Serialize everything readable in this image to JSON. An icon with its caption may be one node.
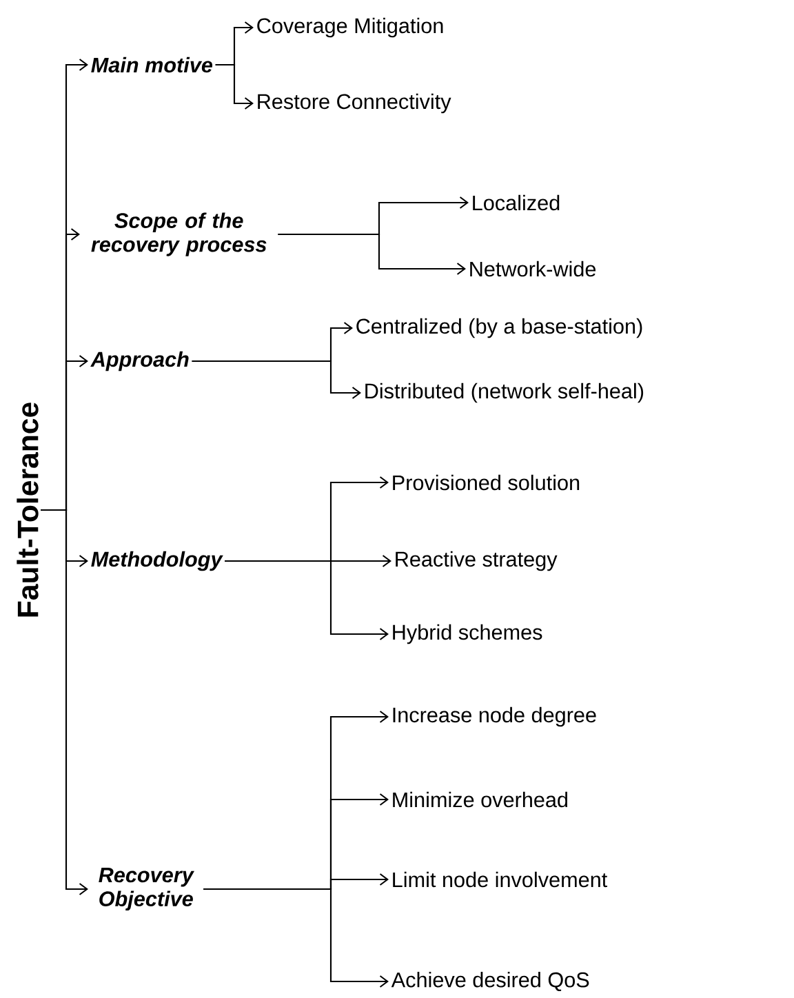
{
  "diagram": {
    "nodes": [
      {
        "text": [
          "Fault-Tolerance"
        ]
      },
      {
        "text": [
          "Main motive"
        ]
      },
      {
        "text": [
          "Coverage Mitigation"
        ]
      },
      {
        "text": [
          "Restore Connectivity"
        ]
      },
      {
        "text": [
          "Scope of the recovery process"
        ]
      },
      {
        "text": [
          "Localized"
        ]
      },
      {
        "text": [
          "Network-wide"
        ]
      },
      {
        "text": [
          "Approach"
        ]
      },
      {
        "text": [
          "Centralized (by a base-station)"
        ]
      },
      {
        "text": [
          "Distributed (network self-heal)"
        ]
      },
      {
        "text": [
          "Methodology"
        ]
      },
      {
        "text": [
          "Provisioned solution"
        ]
      },
      {
        "text": [
          "Reactive strategy"
        ]
      },
      {
        "text": [
          "Hybrid schemes"
        ]
      },
      {
        "text": [
          "Recovery Objective"
        ]
      },
      {
        "text": [
          "Increase node degree"
        ]
      },
      {
        "text": [
          "Minimize overhead"
        ]
      },
      {
        "text": [
          "Limit node involvement"
        ]
      },
      {
        "text": [
          "Achieve desired QoS"
        ]
      }
    ],
    "edges": [
      {
        "from": 0,
        "to": 1,
        "arrow": "to"
      },
      {
        "from": 0,
        "to": 4,
        "arrow": "to"
      },
      {
        "from": 0,
        "to": 7,
        "arrow": "to"
      },
      {
        "from": 0,
        "to": 10,
        "arrow": "to"
      },
      {
        "from": 0,
        "to": 14,
        "arrow": "to"
      },
      {
        "from": 1,
        "to": 2,
        "arrow": "to"
      },
      {
        "from": 1,
        "to": 3,
        "arrow": "to"
      },
      {
        "from": 4,
        "to": 5,
        "arrow": "to"
      },
      {
        "from": 4,
        "to": 6,
        "arrow": "to"
      },
      {
        "from": 7,
        "to": 8,
        "arrow": "to"
      },
      {
        "from": 7,
        "to": 9,
        "arrow": "to"
      },
      {
        "from": 10,
        "to": 11,
        "arrow": "to"
      },
      {
        "from": 10,
        "to": 12,
        "arrow": "to"
      },
      {
        "from": 10,
        "to": 13,
        "arrow": "to"
      },
      {
        "from": 14,
        "to": 15,
        "arrow": "to"
      },
      {
        "from": 14,
        "to": 16,
        "arrow": "to"
      },
      {
        "from": 14,
        "to": 17,
        "arrow": "to"
      },
      {
        "from": 14,
        "to": 18,
        "arrow": "to"
      }
    ]
  }
}
